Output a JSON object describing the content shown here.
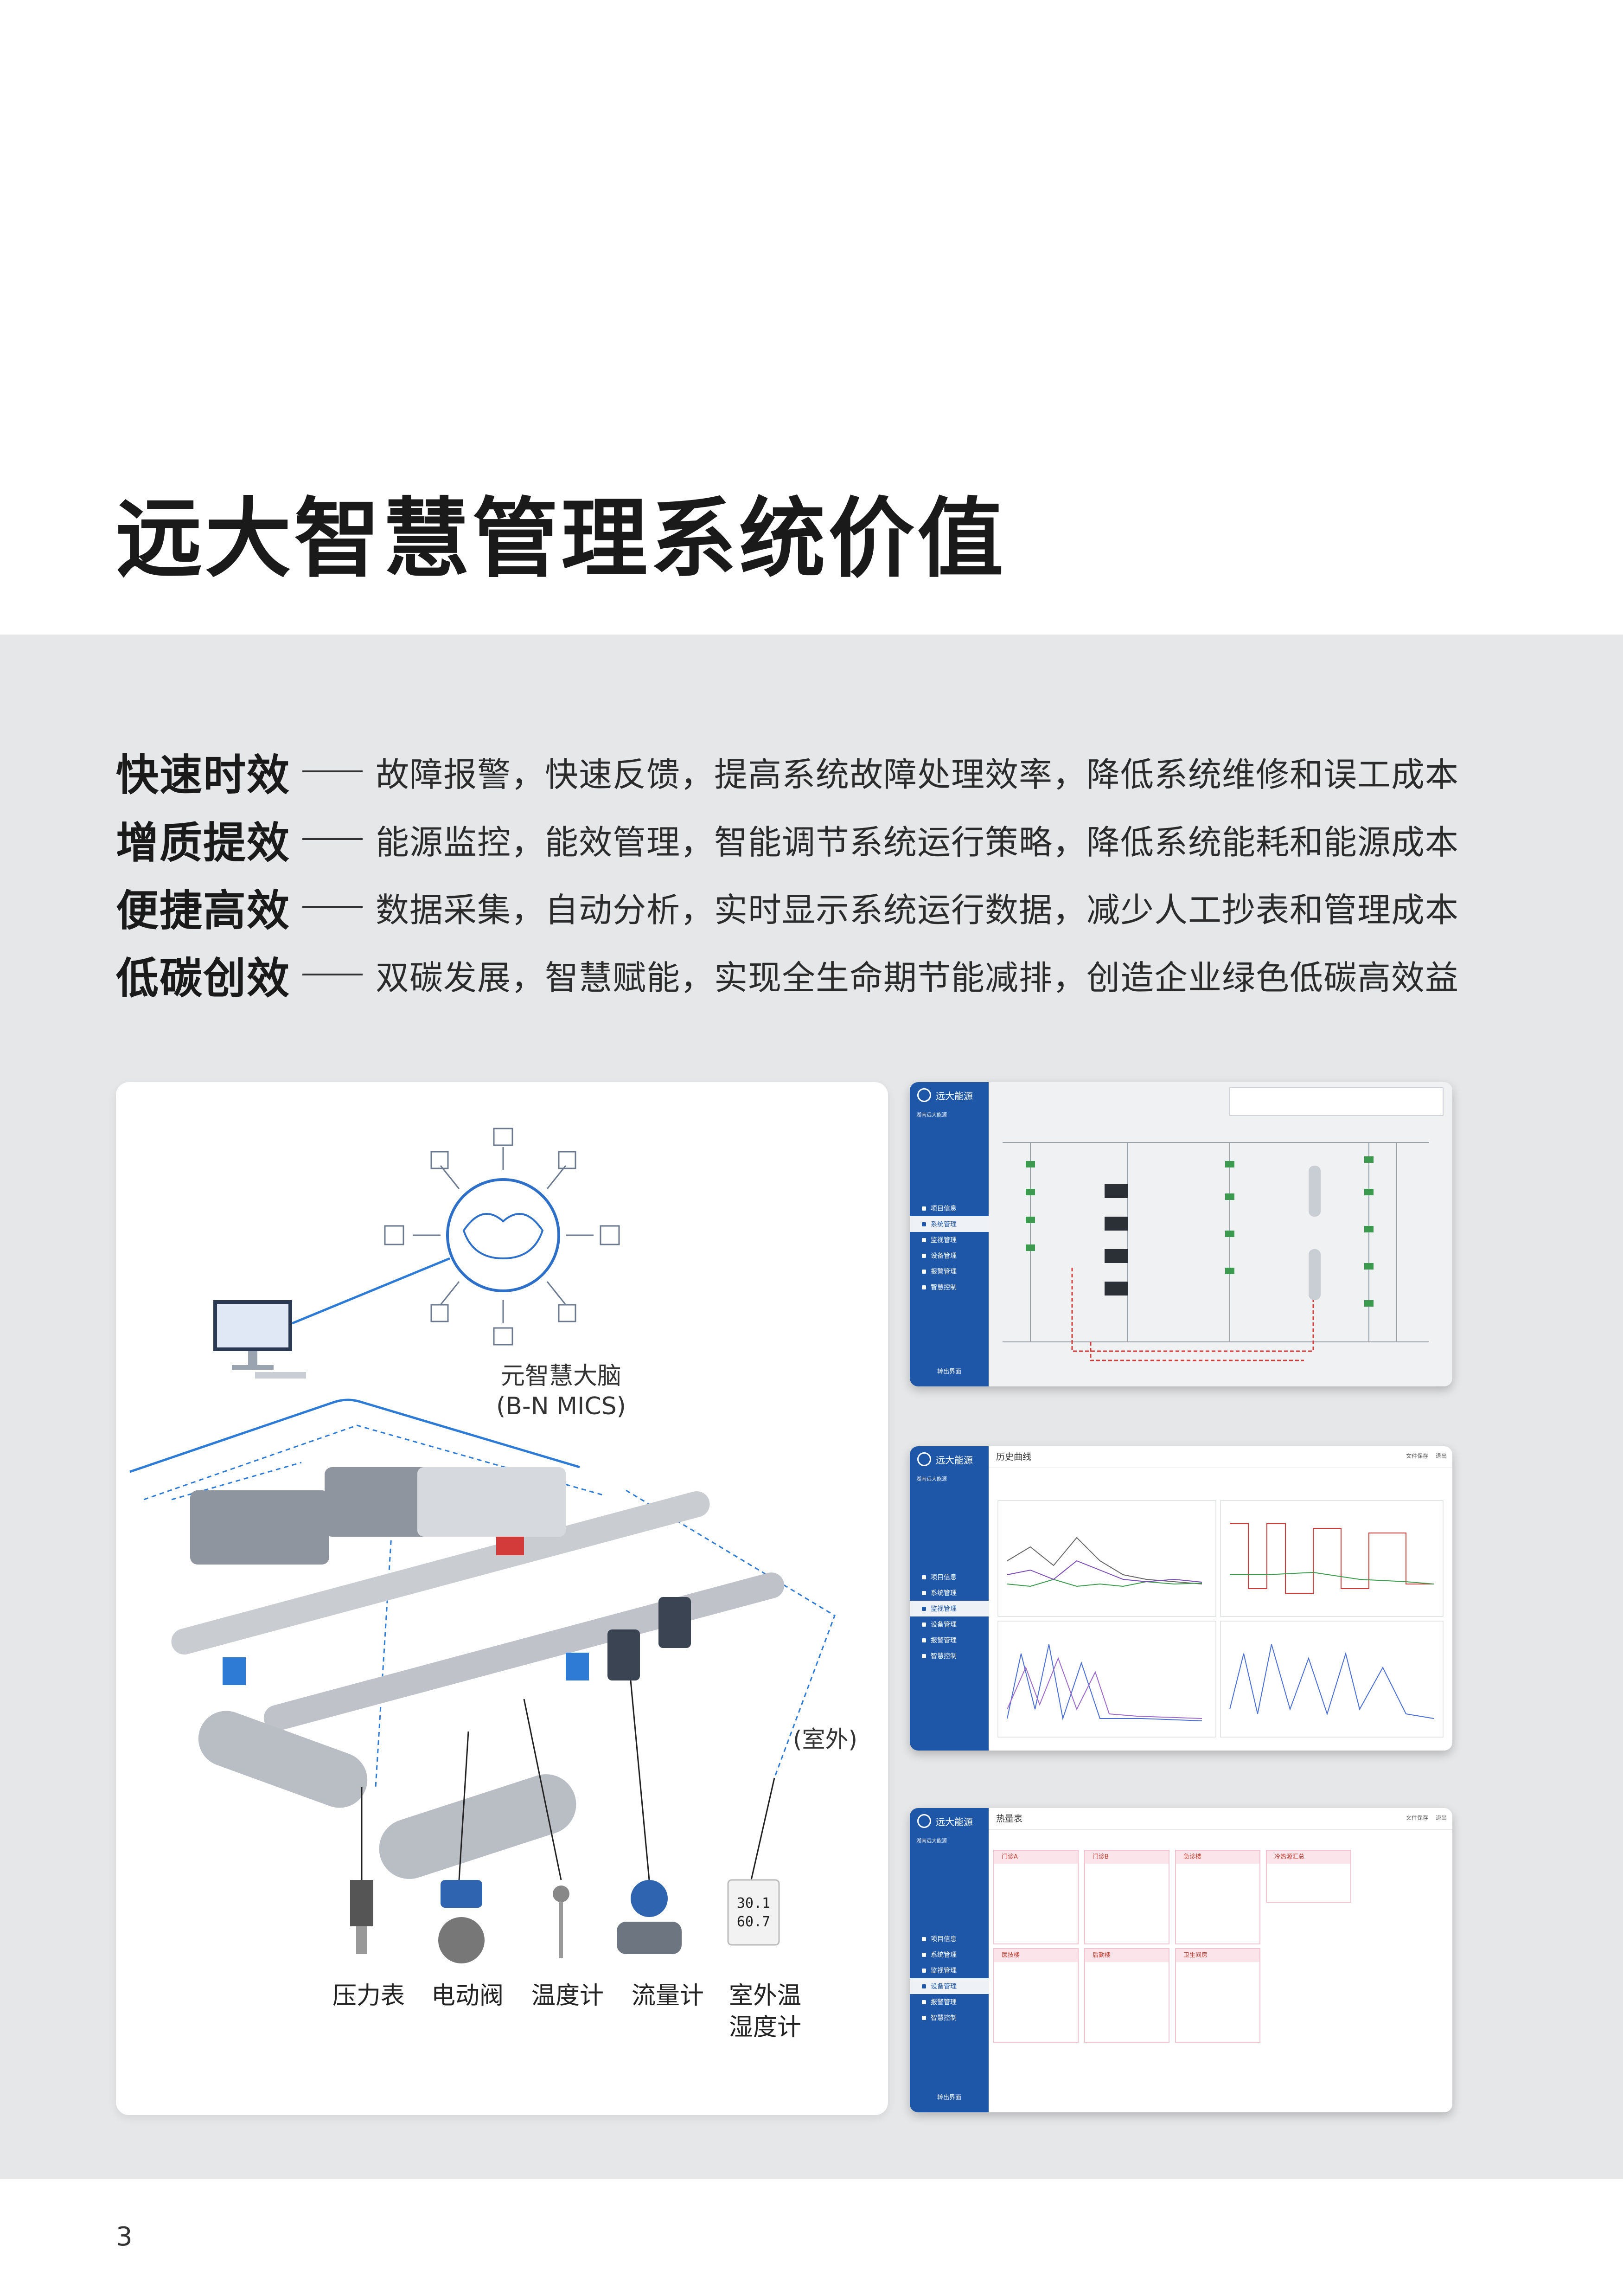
{
  "title": "远大智慧管理系统价值",
  "values": [
    {
      "head": "快速时效",
      "desc": "故障报警，快速反馈，提高系统故障处理效率，降低系统维修和误工成本"
    },
    {
      "head": "增质提效",
      "desc": "能源监控，能效管理，智能调节系统运行策略，降低系统能耗和能源成本"
    },
    {
      "head": "便捷高效",
      "desc": "数据采集，自动分析，实时显示系统运行数据，减少人工抄表和管理成本"
    },
    {
      "head": "低碳创效",
      "desc": "双碳发展，智慧赋能，实现全生命期节能减排，创造企业绿色低碳高效益"
    }
  ],
  "diagram": {
    "brain_label_line1": "元智慧大脑",
    "brain_label_line2": "(B-N MICS)",
    "outdoor": "(室外)",
    "devices": [
      "压力表",
      "电动阀",
      "温度计",
      "流量计"
    ],
    "device_last_line1": "室外温",
    "device_last_line2": "湿度计",
    "sensor_readout_1": "30.1",
    "sensor_readout_2": "60.7"
  },
  "screens": {
    "brand": "远大能源",
    "site": "湖南远大能源",
    "exit": "转出界面",
    "menu": [
      "项目信息",
      "系统管理",
      "监视管理",
      "设备管理",
      "报警管理",
      "智慧控制"
    ],
    "s2_title": "历史曲线",
    "s3_title": "热量表",
    "toolbar_save": "文件保存",
    "toolbar_exit": "退出",
    "s3_cards": [
      "门诊A",
      "门诊B",
      "急诊楼",
      "冷热源汇总",
      "医技楼",
      "后勤楼",
      "卫生间房"
    ],
    "colors": {
      "accent": "#1f57a8",
      "pipe_red": "#d33a3a",
      "pipe_green": "#3b9a4e",
      "line_blue": "#2e7bd6"
    }
  },
  "page_number": "3"
}
